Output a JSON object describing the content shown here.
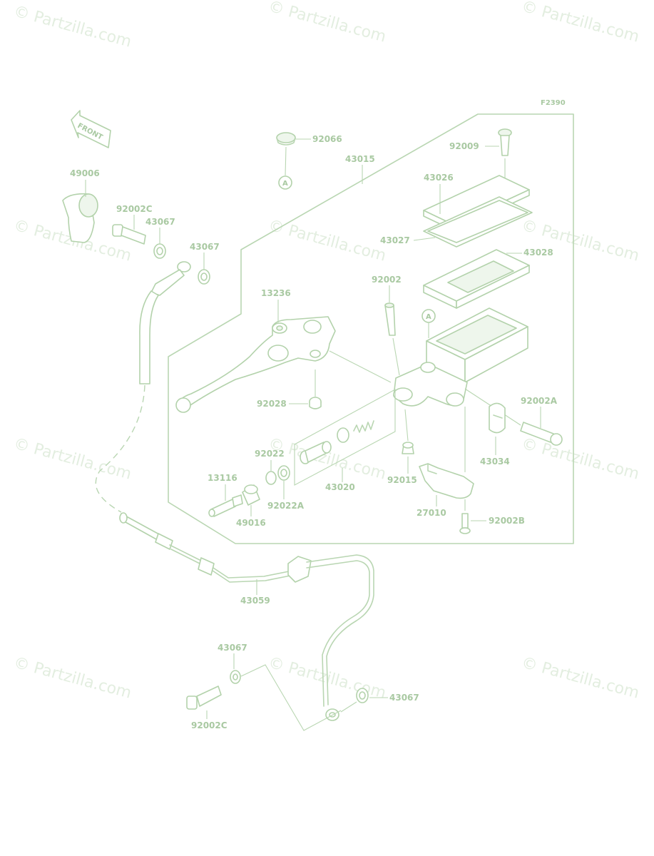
{
  "diagram": {
    "figure_code": "F2390",
    "front_marker": "FRONT",
    "ref_marker": "A",
    "watermark": "© Partzilla.com",
    "labels": {
      "p92066": "92066",
      "p43015": "43015",
      "p92009": "92009",
      "p43026": "43026",
      "p43027": "43027",
      "p43028": "43028",
      "p49006": "49006",
      "p92002C_top": "92002C",
      "p43067_a": "43067",
      "p43067_b": "43067",
      "p13236": "13236",
      "p92002": "92002",
      "p92028": "92028",
      "p92002A": "92002A",
      "p43034": "43034",
      "p92022": "92022",
      "p13116": "13116",
      "p43020": "43020",
      "p92015": "92015",
      "p92022A": "92022A",
      "p49016": "49016",
      "p27010": "27010",
      "p92002B": "92002B",
      "p43059": "43059",
      "p43067_c": "43067",
      "p43067_d": "43067",
      "p92002C_bot": "92002C"
    }
  }
}
